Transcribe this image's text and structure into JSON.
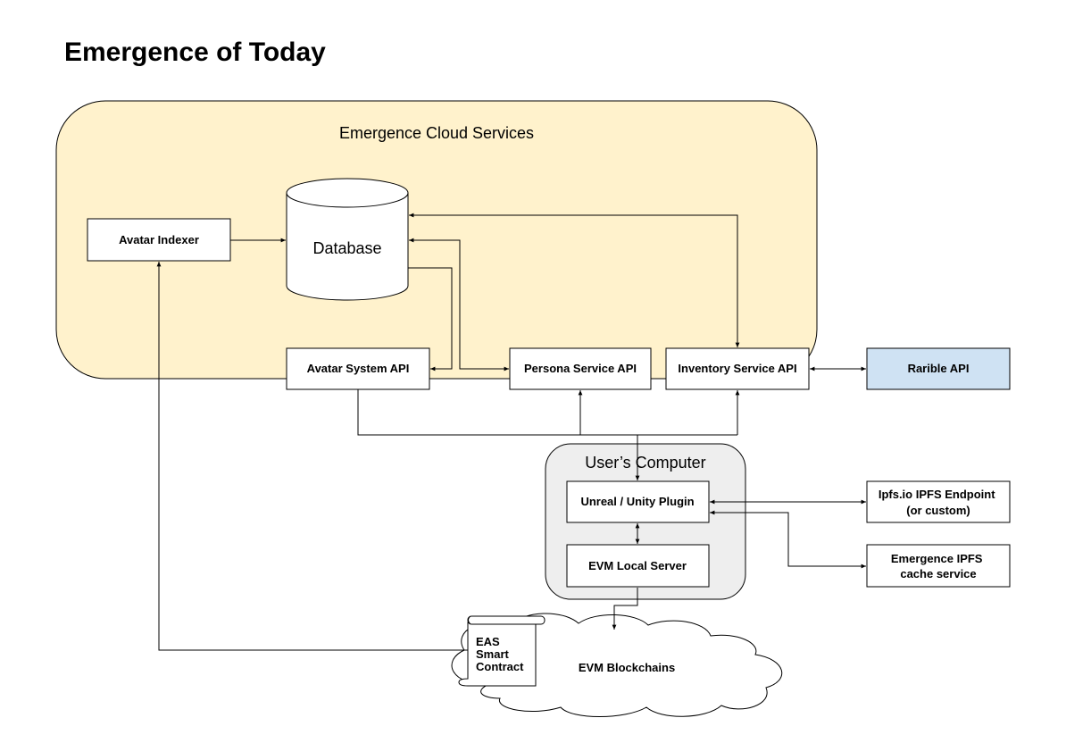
{
  "title": "Emergence of Today",
  "regions": {
    "cloud": "Emergence Cloud Services",
    "computer": "User’s Computer"
  },
  "nodes": {
    "avatar_indexer": "Avatar Indexer",
    "database": "Database",
    "avatar_system_api": "Avatar System API",
    "persona_service_api": "Persona Service API",
    "inventory_service_api": "Inventory Service API",
    "rarible_api": "Rarible API",
    "unreal_plugin": "Unreal / Unity Plugin",
    "evm_local_server": "EVM Local Server",
    "ipfs_endpoint": [
      "Ipfs.io IPFS Endpoint",
      "(or custom)"
    ],
    "ipfs_cache": [
      "Emergence IPFS",
      "cache service"
    ],
    "eas_contract": [
      "EAS",
      "Smart",
      "Contract"
    ],
    "evm_blockchains": "EVM Blockchains"
  },
  "colors": {
    "cloud_fill": "#fff2cc",
    "computer_fill": "#eeeeee",
    "rarible_fill": "#cfe2f3",
    "stroke": "#000000"
  }
}
